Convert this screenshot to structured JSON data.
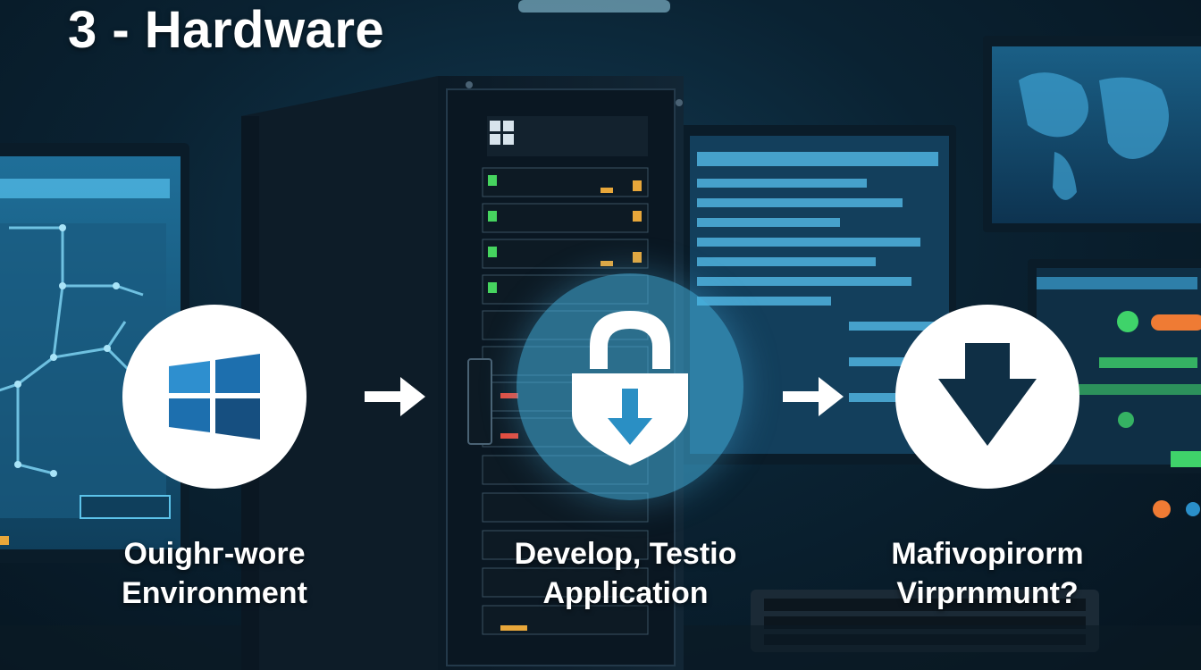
{
  "title": "3 - Hardware",
  "steps": [
    {
      "line1": "Ouighг-wore",
      "line2": "Environment",
      "icon": "windows-logo-icon"
    },
    {
      "line1": "Develop, Testio",
      "line2": "Application",
      "icon": "padlock-download-icon"
    },
    {
      "line1": "Mafivopirorm",
      "line2": "Virprnmunt?",
      "icon": "download-arrow-icon"
    }
  ],
  "colors": {
    "background": "#06141f",
    "accent": "#46b4e1",
    "text": "#ffffff",
    "icon_dark": "#0f2f45"
  }
}
